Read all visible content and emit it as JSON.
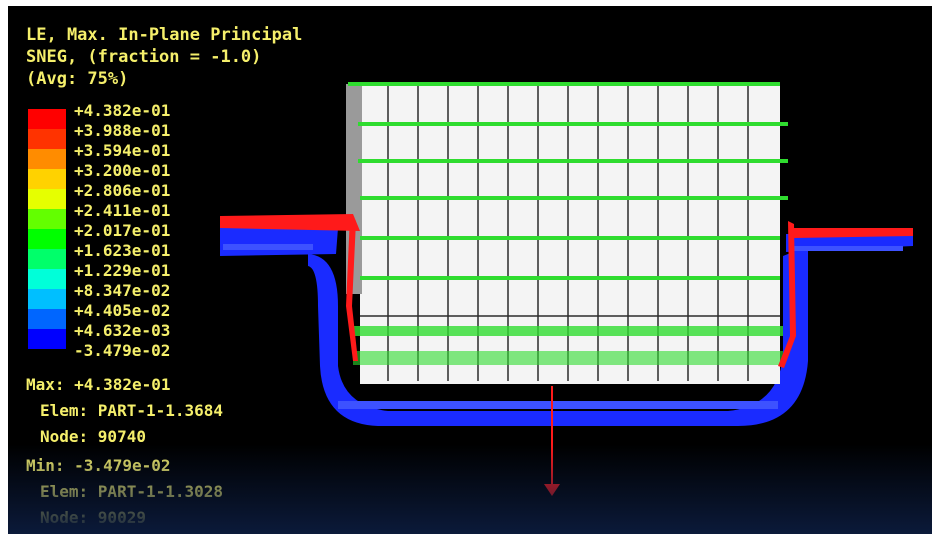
{
  "legend": {
    "title_lines": [
      "LE, Max. In-Plane Principal",
      "SNEG, (fraction = -1.0)",
      "(Avg: 75%)"
    ],
    "tick_labels": [
      "+4.382e-01",
      "+3.988e-01",
      "+3.594e-01",
      "+3.200e-01",
      "+2.806e-01",
      "+2.411e-01",
      "+2.017e-01",
      "+1.623e-01",
      "+1.229e-01",
      "+8.347e-02",
      "+4.405e-02",
      "+4.632e-03",
      "-3.479e-02"
    ],
    "colors": [
      "#ff0000",
      "#ff3300",
      "#ff8c00",
      "#ffd200",
      "#e6ff00",
      "#63ff00",
      "#00ff00",
      "#00ff6a",
      "#00ffd9",
      "#00bfff",
      "#0066ff",
      "#0000ff"
    ]
  },
  "max": {
    "label": "Max: +4.382e-01",
    "elem": "Elem: PART-1-1.3684",
    "node": "Node: 90740"
  },
  "min": {
    "label": "Min: -3.479e-02",
    "elem": "Elem: PART-1-1.3028",
    "node": "Node: 90029"
  },
  "colors": {
    "text": "#f5ef6b",
    "background": "#000000",
    "mesh_white": "#f4f4f4",
    "strain_red": "#ff1a1a",
    "strain_green": "#2fdc2f",
    "strain_blue": "#1a2bff"
  }
}
